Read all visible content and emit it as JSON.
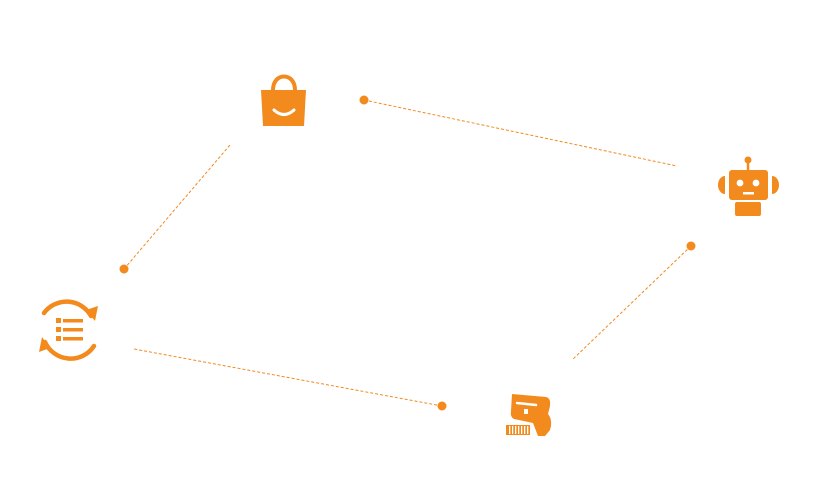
{
  "accent_color": "#F28A1E",
  "nodes": [
    {
      "id": "shopping",
      "icon": "shopping-bag-icon"
    },
    {
      "id": "robot",
      "icon": "robot-icon"
    },
    {
      "id": "scanner",
      "icon": "barcode-scanner-icon"
    },
    {
      "id": "sync-list",
      "icon": "sync-list-icon"
    }
  ],
  "connectors": [
    {
      "from": "shopping",
      "to": "robot"
    },
    {
      "from": "robot",
      "to": "scanner"
    },
    {
      "from": "scanner",
      "to": "sync-list"
    },
    {
      "from": "sync-list",
      "to": "shopping"
    }
  ]
}
